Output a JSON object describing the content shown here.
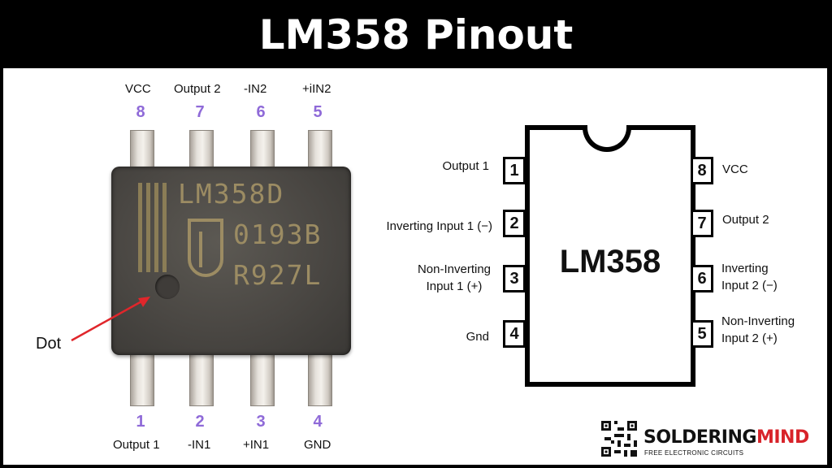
{
  "title": "LM358 Pinout",
  "photo": {
    "top_pins": [
      {
        "number": "8",
        "label": "VCC"
      },
      {
        "number": "7",
        "label": "Output 2"
      },
      {
        "number": "6",
        "label": "-IN2"
      },
      {
        "number": "5",
        "label": "+iIN2"
      }
    ],
    "bottom_pins": [
      {
        "number": "1",
        "label": "Output 1"
      },
      {
        "number": "2",
        "label": "-IN1"
      },
      {
        "number": "3",
        "label": "+IN1"
      },
      {
        "number": "4",
        "label": "GND"
      }
    ],
    "marking_lines": [
      "LM358D",
      "0193B",
      "R927L"
    ],
    "dot_callout": "Dot"
  },
  "schematic": {
    "ic_name": "LM358",
    "left_pins": [
      {
        "number": "1",
        "label": "Output 1"
      },
      {
        "number": "2",
        "label": "Inverting Input 1 (−)"
      },
      {
        "number": "3",
        "label": "Non-Inverting\nInput 1 (+)"
      },
      {
        "number": "4",
        "label": "Gnd"
      }
    ],
    "right_pins": [
      {
        "number": "8",
        "label": "VCC"
      },
      {
        "number": "7",
        "label": "Output 2"
      },
      {
        "number": "6",
        "label": "Inverting\nInput 2 (−)"
      },
      {
        "number": "5",
        "label": "Non-Inverting\nInput 2 (+)"
      }
    ]
  },
  "brand": {
    "name_part1": "SOLDERING",
    "name_part2": "MIND",
    "name_part2_color": "#d8232a",
    "tagline": "FREE ELECTRONIC CIRCUITS"
  },
  "colors": {
    "pin_number": "#8f6ad8",
    "callout_arrow": "#e0262b",
    "chip_marking": "#9c8c63"
  }
}
